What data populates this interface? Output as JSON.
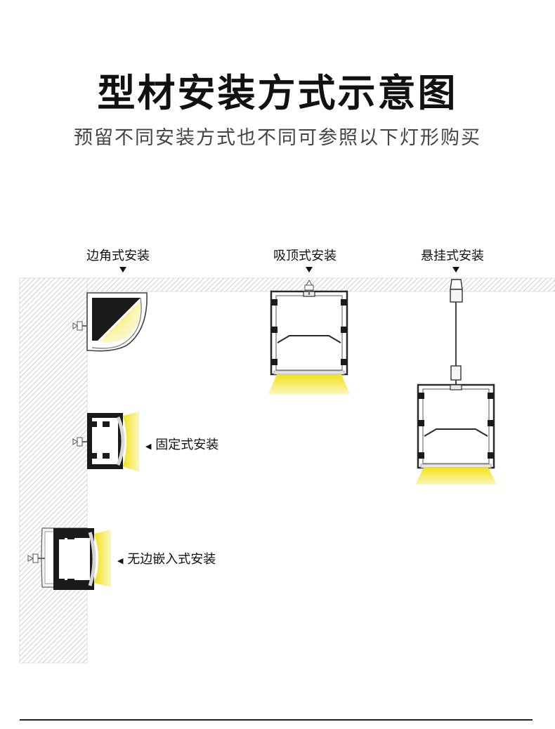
{
  "header": {
    "title": "型材安装方式示意图",
    "subtitle": "预留不同安装方式也不同可参照以下灯形购买"
  },
  "labels": {
    "corner": "边角式安装",
    "ceiling": "吸顶式安装",
    "suspended": "悬挂式安装",
    "fixed": "固定式安装",
    "recessed": "无边嵌入式安装"
  },
  "pointer_glyph": "◀",
  "colors": {
    "wall_hatch": "#bdbdbd",
    "profile_dark": "#1a1a1a",
    "profile_outline": "#333333",
    "light_yellow": "#f4ea3a",
    "diffuser": "#e9e9e9"
  }
}
